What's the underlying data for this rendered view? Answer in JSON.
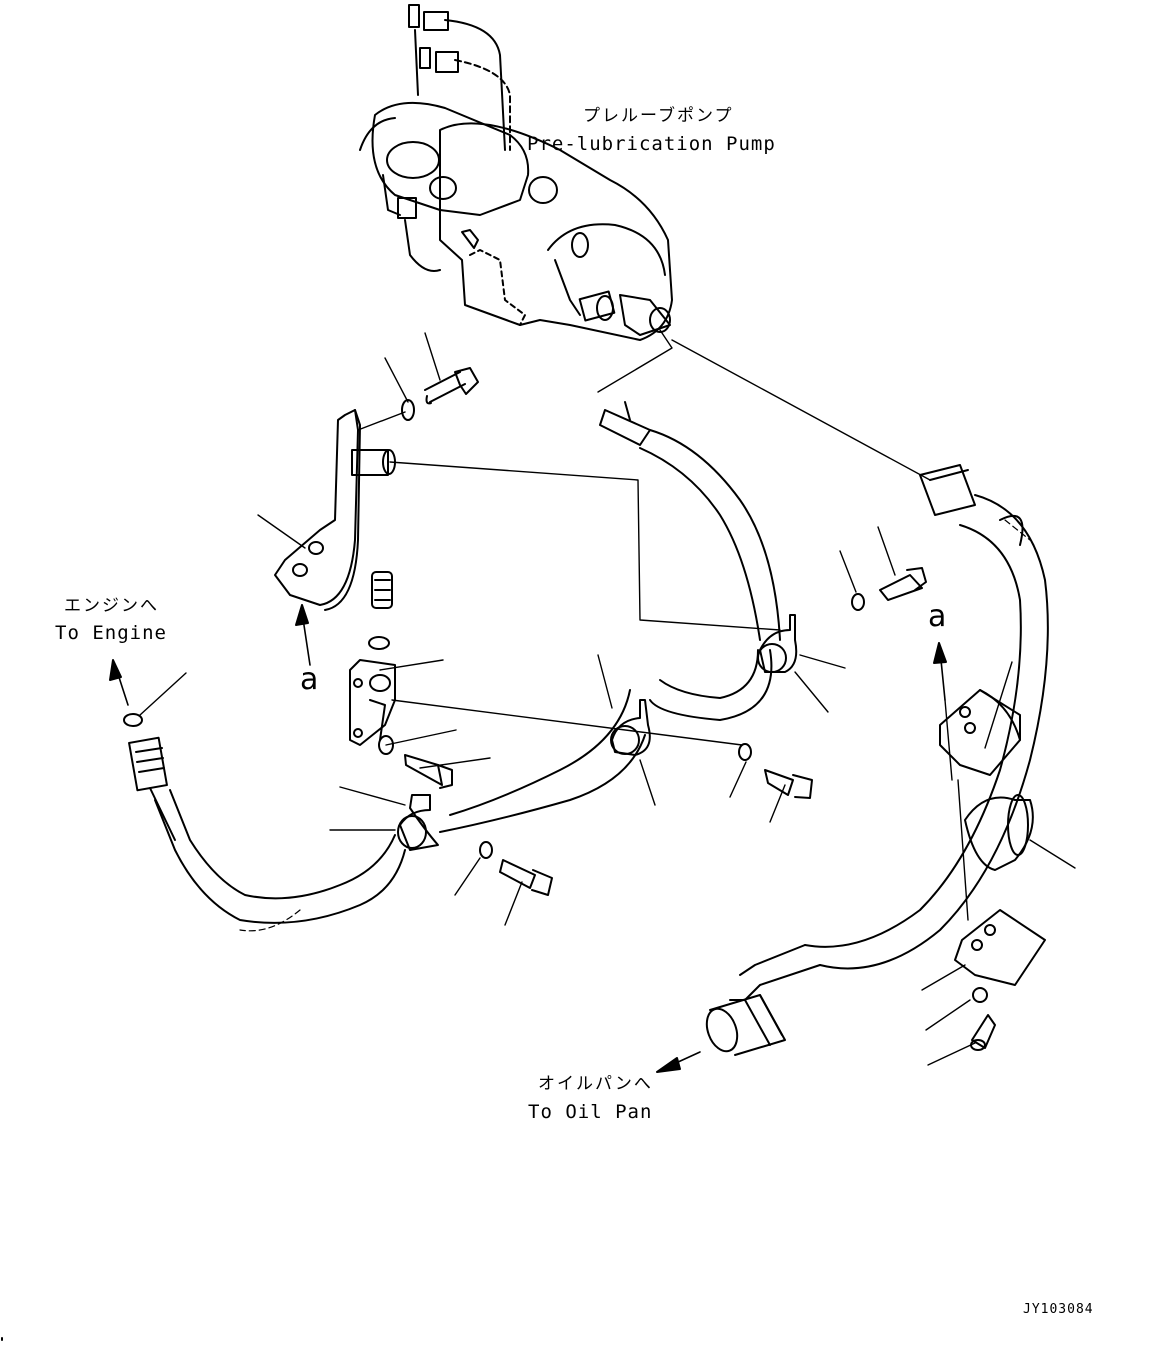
{
  "labels": {
    "pump_jp": "プレルーブポンプ",
    "pump_en": "Pre-lubrication Pump",
    "engine_jp": "エンジンへ",
    "engine_en": "To Engine",
    "oilpan_jp": "オイルパンへ",
    "oilpan_en": "To Oil Pan",
    "ref_a": "a",
    "drawing_code": "JY103084"
  },
  "colors": {
    "line": "#000000",
    "background": "#ffffff"
  }
}
